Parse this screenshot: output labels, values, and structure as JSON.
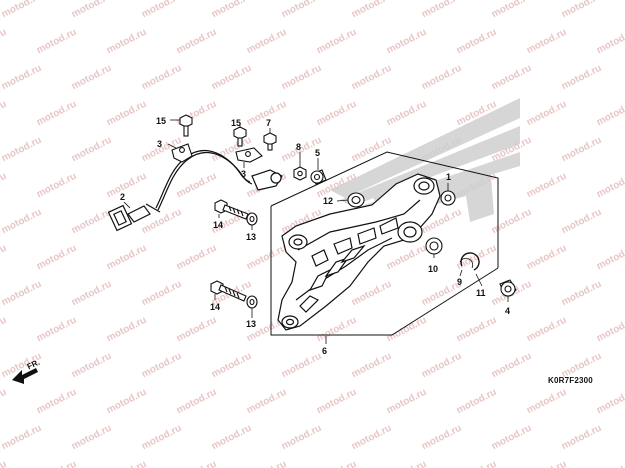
{
  "watermark": "motod.ru",
  "diagram_code": "K0R7F2300",
  "front_arrow_label": "FR.",
  "brand_logo": "honda-wing-logo",
  "callouts": {
    "c1": "1",
    "c2": "2",
    "c3a": "3",
    "c3b": "3",
    "c4": "4",
    "c5": "5",
    "c6": "6",
    "c7": "7",
    "c8": "8",
    "c9": "9",
    "c10": "10",
    "c11": "11",
    "c12": "12",
    "c13a": "13",
    "c13b": "13",
    "c14a": "14",
    "c14b": "14",
    "c15a": "15",
    "c15b": "15"
  },
  "colors": {
    "ink": "#111111",
    "watermark": "#e9c6c6",
    "logo_shade": "#c9c9c9"
  }
}
